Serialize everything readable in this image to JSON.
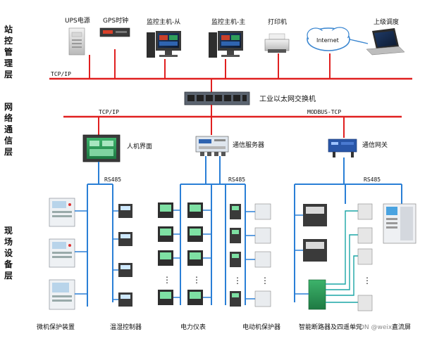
{
  "layers": {
    "station": [
      "站",
      "控",
      "管",
      "理",
      "层"
    ],
    "network": [
      "网",
      "络",
      "通",
      "信",
      "层"
    ],
    "field": [
      "现",
      "场",
      "设",
      "备",
      "层"
    ]
  },
  "station_devices": {
    "ups": "UPS电源",
    "gps": "GPS时钟",
    "monitor_slave": "监控主机-从",
    "monitor_master": "监控主机-主",
    "printer": "打印机",
    "internet": "Internet",
    "upper_dispatch": "上级调度"
  },
  "protocols": {
    "top_bus": "TCP/IP",
    "left_bus": "TCP/IP",
    "right_bus": "MODBUS-TCP",
    "rs485_a": "RS485",
    "rs485_b": "RS485",
    "rs485_c": "RS485"
  },
  "network_devices": {
    "switch": "工业以太网交换机",
    "hmi": "人机界面",
    "comm_server": "通信服务器",
    "gateway": "通信网关"
  },
  "field_labels": {
    "micro_protection": "微机保护装置",
    "temp_controller": "温湿控制器",
    "power_meter": "电力仪表",
    "motor_protector": "电动机保护器",
    "smart_breaker": "智能断路器及四遥单元",
    "dc_screen": "直流屏"
  },
  "ellipsis": "⋮",
  "watermark": "CSDN @weixin",
  "colors": {
    "red_bus": "#e02020",
    "blue_line": "#2a7fd6",
    "teal_line": "#1aa6a6"
  }
}
